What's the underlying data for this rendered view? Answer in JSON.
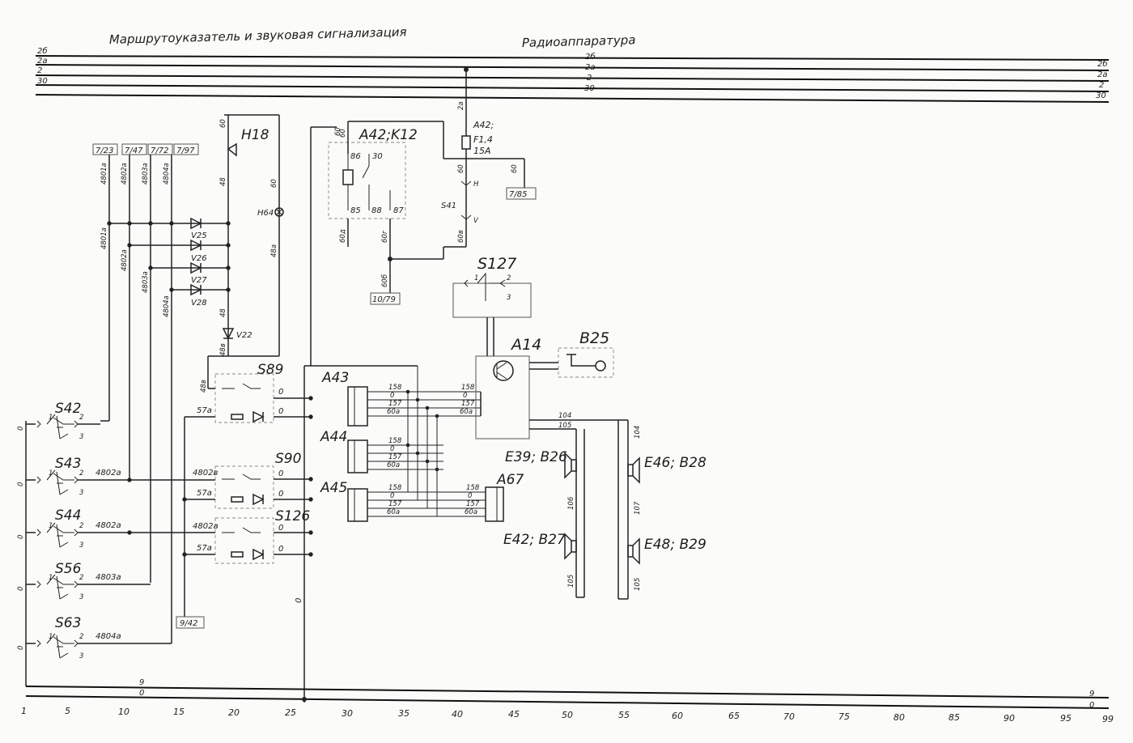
{
  "titles": {
    "left": "Маршрутоуказатель и звуковая сигнализация",
    "right": "Радиоаппаратура"
  },
  "buses": {
    "b26": "2б",
    "b2a": "2а",
    "b2": "2",
    "b30": "30",
    "b9": "9",
    "b0": "0"
  },
  "fuse": {
    "ref": "A42;",
    "name": "F1,4",
    "rating": "15A"
  },
  "components": {
    "H18": "H18",
    "H64": "H64",
    "V22": "V22",
    "V25": "V25",
    "V26": "V26",
    "V27": "V27",
    "V28": "V28",
    "A42K12": "A42;K12",
    "S41": "S41",
    "S42": "S42",
    "S43": "S43",
    "S44": "S44",
    "S56": "S56",
    "S63": "S63",
    "S89": "S89",
    "S90": "S90",
    "S126": "S126",
    "S127": "S127",
    "A14": "A14",
    "B25": "B25",
    "A43": "A43",
    "A44": "A44",
    "A45": "A45",
    "A67": "A67",
    "E39B26": "E39; B26",
    "E46B28": "E46; B28",
    "E42B27": "E42; B27",
    "E48B29": "E48; B29"
  },
  "refs": {
    "r723": "7/23",
    "r747": "7/47",
    "r772": "7/72",
    "r797": "7/97",
    "r785": "7/85",
    "r1079": "10/79",
    "r942": "9/42"
  },
  "relay_pins": {
    "p86": "86",
    "p30": "30",
    "p85": "85",
    "p88": "88",
    "p87": "87"
  },
  "wires": {
    "w2a": "2а",
    "w60": "60",
    "w60d": "60д",
    "w60b": "60б",
    "w60v": "60в",
    "w60g": "60г",
    "w48": "48",
    "w48a": "48а",
    "w48v": "48в",
    "w4801a": "4801а",
    "w4802a": "4802а",
    "w4803a": "4803а",
    "w4804a": "4804а",
    "w4802v": "4802в",
    "w57a": "57а",
    "w0": "0",
    "w158": "158",
    "w157": "157",
    "w60a": "60а",
    "w104": "104",
    "w105": "105",
    "w106": "106",
    "w107": "107",
    "H": "H",
    "V": "V",
    "n1": "1",
    "n2": "2",
    "n3": "3"
  },
  "grid": [
    "1",
    "5",
    "10",
    "15",
    "20",
    "25",
    "30",
    "35",
    "40",
    "45",
    "50",
    "55",
    "60",
    "65",
    "70",
    "75",
    "80",
    "85",
    "90",
    "95",
    "99"
  ]
}
